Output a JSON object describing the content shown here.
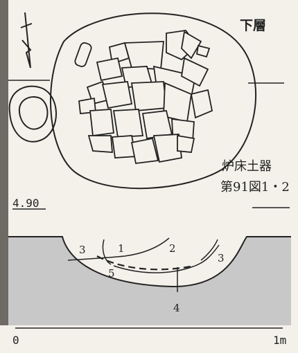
{
  "labels": {
    "layer": "下層",
    "hearth": "炉床土器",
    "figure_ref": "第91図1・2",
    "elevation": "4.90",
    "scale_start": "0",
    "scale_end": "1m"
  },
  "section_layers": [
    "1",
    "2",
    "3",
    "3",
    "4",
    "5"
  ],
  "colors": {
    "ink": "#222222",
    "paper": "#f3f1ea",
    "soil": "#c8c8c8",
    "photo_edge": "#6e6a64"
  },
  "icons": {
    "north_arrow": "north-arrow-icon"
  }
}
